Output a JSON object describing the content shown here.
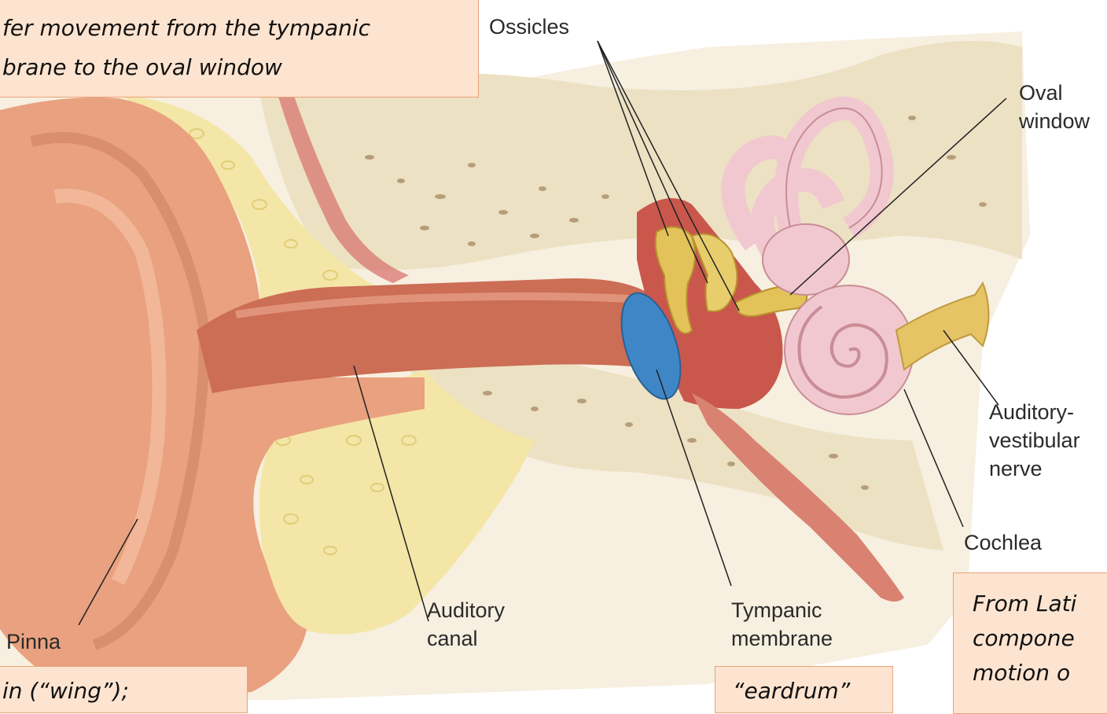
{
  "labels": {
    "ossicles": "Ossicles",
    "oval_window": "Oval\nwindow",
    "auditory_vestibular_nerve": "Auditory-\nvestibular\nnerve",
    "cochlea": "Cochlea",
    "tympanic_membrane": "Tympanic\nmembrane",
    "auditory_canal": "Auditory\ncanal",
    "pinna": "Pinna"
  },
  "callouts": {
    "ossicles_note": {
      "line1": "fer movement from the tympanic",
      "line2": "brane to the oval window"
    },
    "pinna_note": "in (“wing”);",
    "eardrum_note": "“eardrum”",
    "cochlea_note": {
      "line1": "From Lati",
      "line2": "compone",
      "line3": "motion o"
    }
  },
  "colors": {
    "skin": "#e9a17f",
    "canal": "#cc6d55",
    "cartilage": "#f4e6a6",
    "bone": "#ece1c3",
    "inner_ear": "#f1c8cf",
    "eardrum": "#3f86c6",
    "ossicles": "#e3c25a",
    "nerve": "#e6c466",
    "callout_fill": "#fde4d0",
    "callout_border": "#e8a27a"
  }
}
